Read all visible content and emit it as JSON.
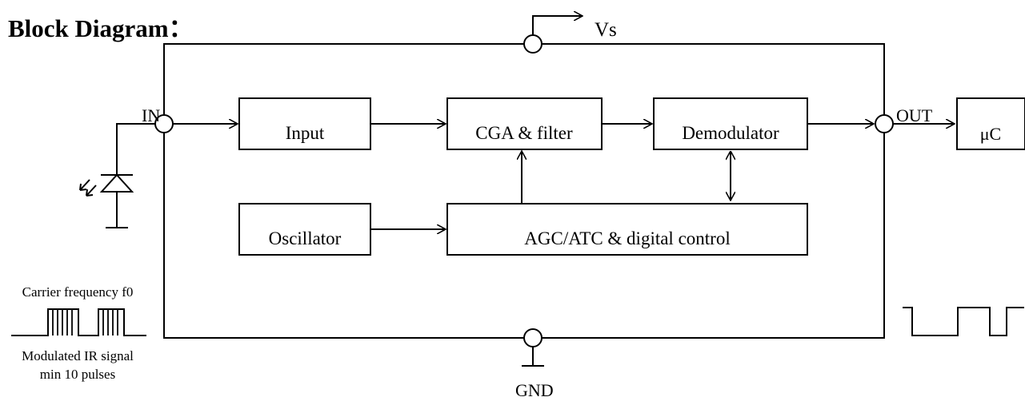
{
  "title": "Block Diagram：",
  "pins": {
    "vs": "Vs",
    "in": "IN",
    "out": "OUT",
    "gnd": "GND"
  },
  "blocks": {
    "input": "Input",
    "cga": "CGA & filter",
    "demodulator": "Demodulator",
    "oscillator": "Oscillator",
    "agc": "AGC/ATC & digital control",
    "uc": "μC"
  },
  "signal": {
    "carrier_label": "Carrier frequency f0",
    "modulated_line1": "Modulated IR signal",
    "modulated_line2": "min 10 pulses"
  }
}
